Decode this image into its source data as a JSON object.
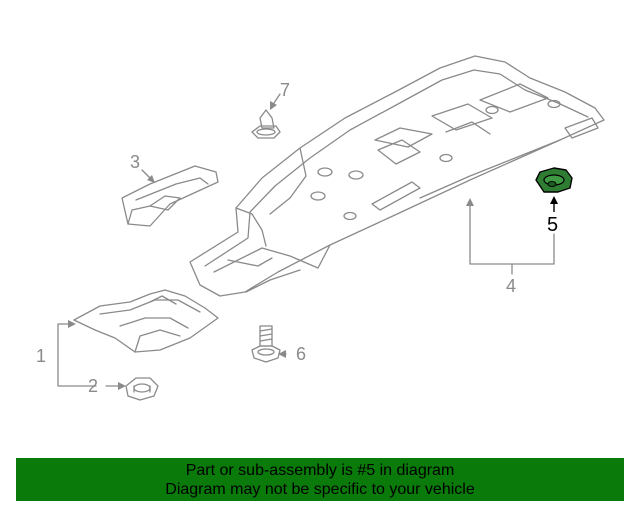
{
  "colors": {
    "banner_bg": "#0a7a0a",
    "highlight_fill": "#2e7d32",
    "line_gray": "#8a8a8a",
    "text_gray": "#8a8a8a"
  },
  "callouts": {
    "c1": "1",
    "c2": "2",
    "c3": "3",
    "c4": "4",
    "c5": "5",
    "c6": "6",
    "c7": "7"
  },
  "highlighted_part": "5",
  "banner": {
    "line1": "Part or sub-assembly is #5 in diagram",
    "line2": "Diagram may not be specific to your vehicle"
  }
}
